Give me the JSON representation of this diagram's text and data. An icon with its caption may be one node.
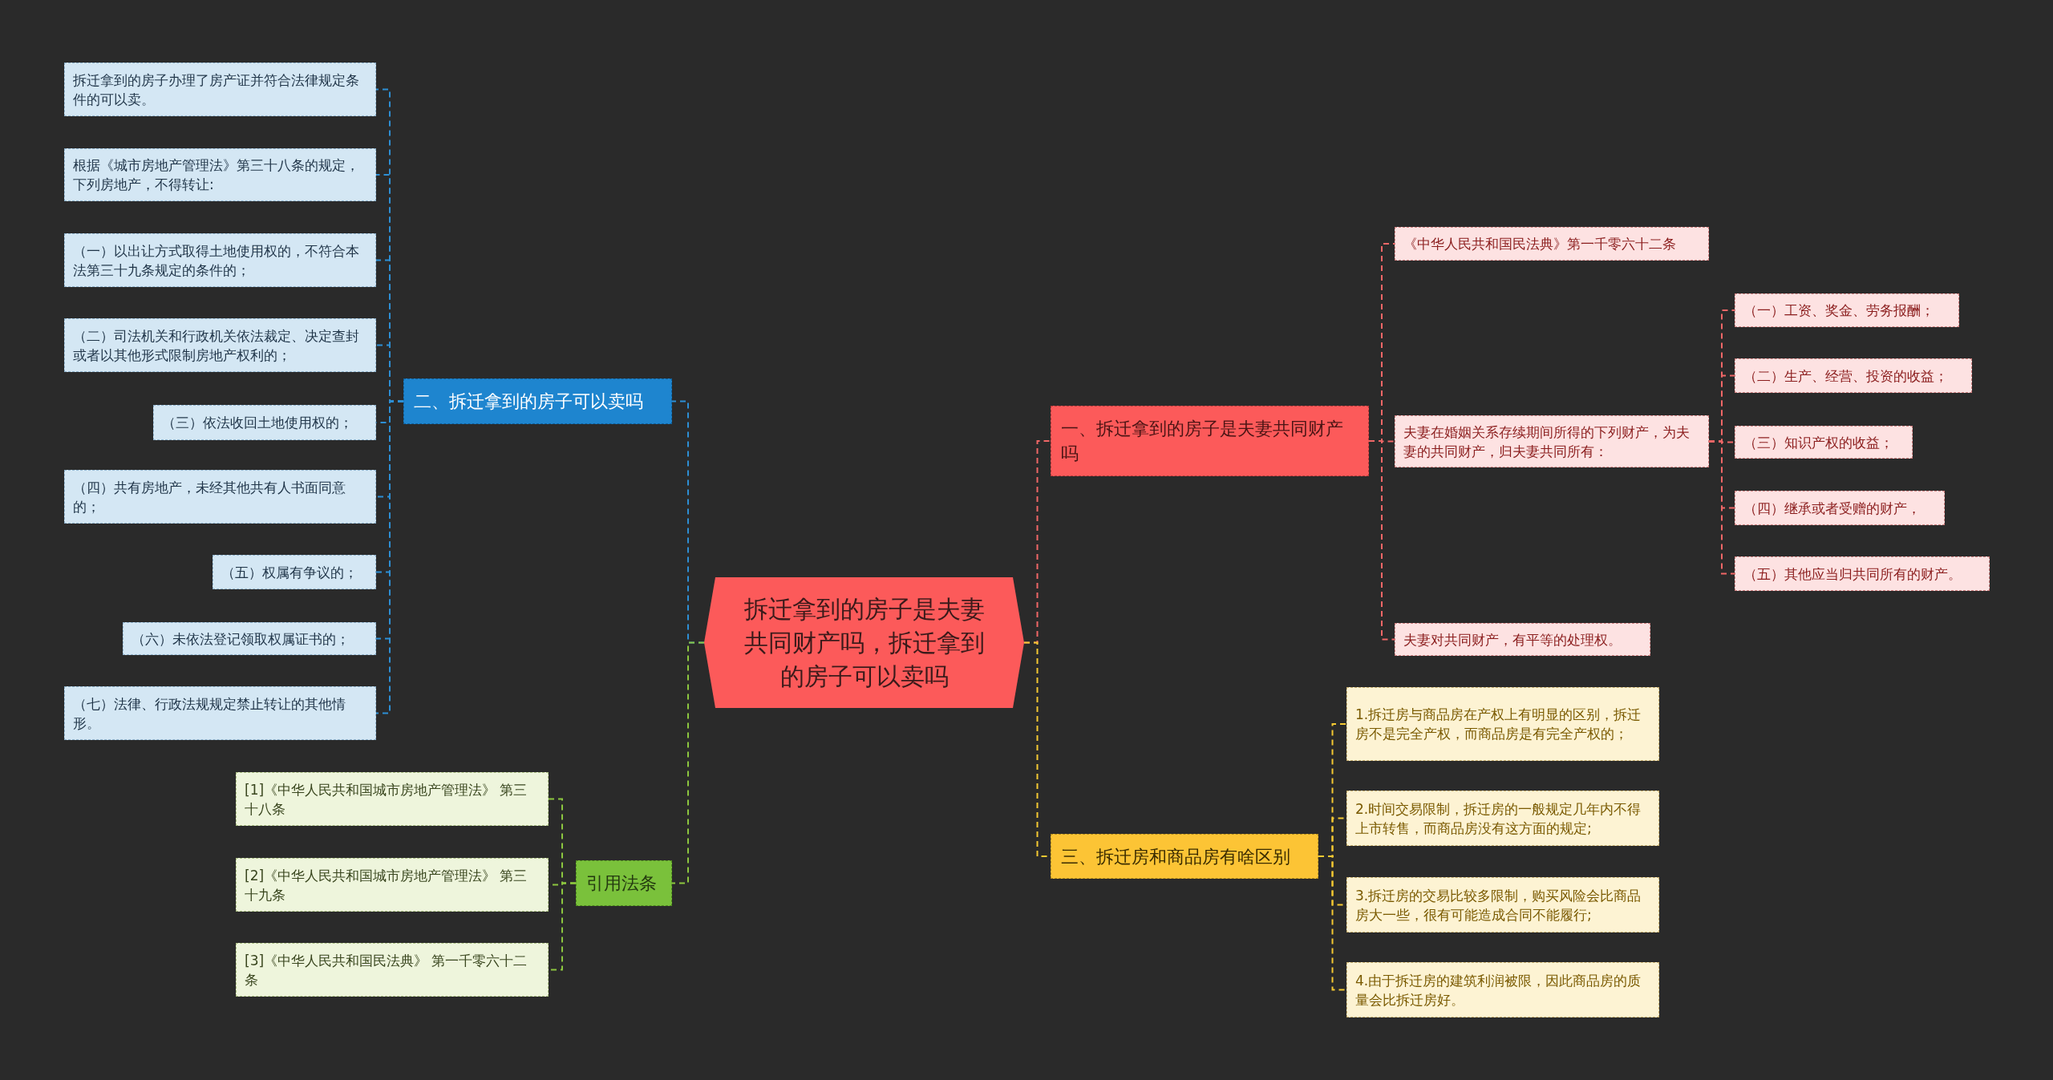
{
  "diagram": {
    "nodes": [
      {
        "text": [
          "拆迁拿到的房子是夫妻共同财产吗，拆迁拿到的房子可以卖吗"
        ]
      },
      {
        "text": [
          "一、拆迁拿到的房子是夫妻共同财产吗"
        ]
      },
      {
        "text": [
          "《中华人民共和国民法典》第一千零六十二条"
        ]
      },
      {
        "text": [
          "夫妻在婚姻关系存续期间所得的下列财产，为夫妻的共同财产，归夫妻共同所有："
        ]
      },
      {
        "text": [
          "（一）工资、奖金、劳务报酬；"
        ]
      },
      {
        "text": [
          "（二）生产、经营、投资的收益；"
        ]
      },
      {
        "text": [
          "（三）知识产权的收益；"
        ]
      },
      {
        "text": [
          "（四）继承或者受赠的财产，"
        ]
      },
      {
        "text": [
          "（五）其他应当归共同所有的财产。"
        ]
      },
      {
        "text": [
          "夫妻对共同财产，有平等的处理权。"
        ]
      },
      {
        "text": [
          "三、拆迁房和商品房有啥区别"
        ]
      },
      {
        "text": [
          "1.拆迁房与商品房在产权上有明显的区别，拆迁房不是完全产权，而商品房是有完全产权的；"
        ]
      },
      {
        "text": [
          "2.时间交易限制，拆迁房的一般规定几年内不得上市转售，而商品房没有这方面的规定;"
        ]
      },
      {
        "text": [
          "3.拆迁房的交易比较多限制，购买风险会比商品房大一些，很有可能造成合同不能履行;"
        ]
      },
      {
        "text": [
          "4.由于拆迁房的建筑利润被限，因此商品房的质量会比拆迁房好。"
        ]
      },
      {
        "text": [
          "二、拆迁拿到的房子可以卖吗"
        ]
      },
      {
        "text": [
          "拆迁拿到的房子办理了房产证并符合法律规定条件的可以卖。"
        ]
      },
      {
        "text": [
          "根据《城市房地产管理法》第三十八条的规定，下列房地产，不得转让:"
        ]
      },
      {
        "text": [
          "（一）以出让方式取得土地使用权的，不符合本法第三十九条规定的条件的；"
        ]
      },
      {
        "text": [
          "（二）司法机关和行政机关依法裁定、决定查封或者以其他形式限制房地产权利的；"
        ]
      },
      {
        "text": [
          "（三）依法收回土地使用权的；"
        ]
      },
      {
        "text": [
          "（四）共有房地产，未经其他共有人书面同意的；"
        ]
      },
      {
        "text": [
          "（五）权属有争议的；"
        ]
      },
      {
        "text": [
          "（六）未依法登记领取权属证书的；"
        ]
      },
      {
        "text": [
          "（七）法律、行政法规规定禁止转让的其他情形。"
        ]
      },
      {
        "text": [
          "引用法条"
        ]
      },
      {
        "text": [
          "[1]《中华人民共和国城市房地产管理法》 第三十八条"
        ]
      },
      {
        "text": [
          "[2]《中华人民共和国城市房地产管理法》 第三十九条"
        ]
      },
      {
        "text": [
          "[3]《中华人民共和国民法典》 第一千零六十二条"
        ]
      }
    ],
    "edges": [
      {
        "from": 0,
        "to": 1,
        "arrow": "none",
        "color": "#f06767"
      },
      {
        "from": 1,
        "to": 2,
        "arrow": "none",
        "color": "#f06767"
      },
      {
        "from": 1,
        "to": 3,
        "arrow": "none",
        "color": "#f06767"
      },
      {
        "from": 3,
        "to": 4,
        "arrow": "none",
        "color": "#f06767"
      },
      {
        "from": 3,
        "to": 5,
        "arrow": "none",
        "color": "#f06767"
      },
      {
        "from": 3,
        "to": 6,
        "arrow": "none",
        "color": "#f06767"
      },
      {
        "from": 3,
        "to": 7,
        "arrow": "none",
        "color": "#f06767"
      },
      {
        "from": 3,
        "to": 8,
        "arrow": "none",
        "color": "#f06767"
      },
      {
        "from": 1,
        "to": 9,
        "arrow": "none",
        "color": "#f06767"
      },
      {
        "from": 0,
        "to": 10,
        "arrow": "none",
        "color": "#f5c932"
      },
      {
        "from": 10,
        "to": 11,
        "arrow": "none",
        "color": "#f5c932"
      },
      {
        "from": 10,
        "to": 12,
        "arrow": "none",
        "color": "#f5c932"
      },
      {
        "from": 10,
        "to": 13,
        "arrow": "none",
        "color": "#f5c932"
      },
      {
        "from": 10,
        "to": 14,
        "arrow": "none",
        "color": "#f5c932"
      },
      {
        "from": 0,
        "to": 15,
        "arrow": "none",
        "color": "#2d8fd5"
      },
      {
        "from": 15,
        "to": 16,
        "arrow": "none",
        "color": "#2d8fd5"
      },
      {
        "from": 15,
        "to": 17,
        "arrow": "none",
        "color": "#2d8fd5"
      },
      {
        "from": 15,
        "to": 18,
        "arrow": "none",
        "color": "#2d8fd5"
      },
      {
        "from": 15,
        "to": 19,
        "arrow": "none",
        "color": "#2d8fd5"
      },
      {
        "from": 15,
        "to": 20,
        "arrow": "none",
        "color": "#2d8fd5"
      },
      {
        "from": 15,
        "to": 21,
        "arrow": "none",
        "color": "#2d8fd5"
      },
      {
        "from": 15,
        "to": 22,
        "arrow": "none",
        "color": "#2d8fd5"
      },
      {
        "from": 15,
        "to": 23,
        "arrow": "none",
        "color": "#2d8fd5"
      },
      {
        "from": 15,
        "to": 24,
        "arrow": "none",
        "color": "#2d8fd5"
      },
      {
        "from": 0,
        "to": 25,
        "arrow": "none",
        "color": "#8cc63f"
      },
      {
        "from": 25,
        "to": 26,
        "arrow": "none",
        "color": "#8cc63f"
      },
      {
        "from": 25,
        "to": 27,
        "arrow": "none",
        "color": "#8cc63f"
      },
      {
        "from": 25,
        "to": 28,
        "arrow": "none",
        "color": "#8cc63f"
      }
    ]
  }
}
